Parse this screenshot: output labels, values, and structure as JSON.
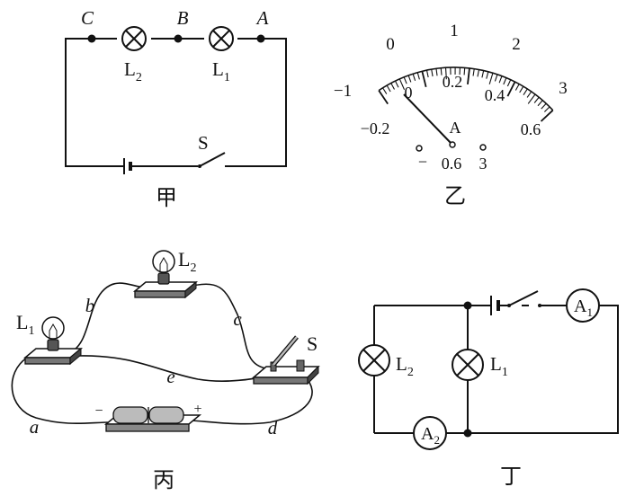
{
  "jia": {
    "points": [
      "C",
      "B",
      "A"
    ],
    "lamp2": {
      "main": "L",
      "sub": "2"
    },
    "lamp1": {
      "main": "L",
      "sub": "1"
    },
    "switch": "S",
    "caption": "甲"
  },
  "yi": {
    "top_scale": [
      "0",
      "1",
      "2",
      "3"
    ],
    "bottom_scale": [
      "0",
      "0.2",
      "0.4",
      "0.6"
    ],
    "left_labels": [
      "−1",
      "−0.2"
    ],
    "unit": "A",
    "terminals": [
      "−",
      "0.6",
      "3"
    ],
    "caption": "乙"
  },
  "bing": {
    "lamp1": {
      "main": "L",
      "sub": "1"
    },
    "lamp2": {
      "main": "L",
      "sub": "2"
    },
    "switch": "S",
    "wires": [
      "a",
      "b",
      "c",
      "d",
      "e"
    ],
    "battery_signs": [
      "−",
      "+"
    ],
    "caption": "丙"
  },
  "ding": {
    "lamp1": {
      "main": "L",
      "sub": "1"
    },
    "lamp2": {
      "main": "L",
      "sub": "2"
    },
    "ammeter1": {
      "main": "A",
      "sub": "1"
    },
    "ammeter2": {
      "main": "A",
      "sub": "2"
    },
    "caption": "丁"
  }
}
